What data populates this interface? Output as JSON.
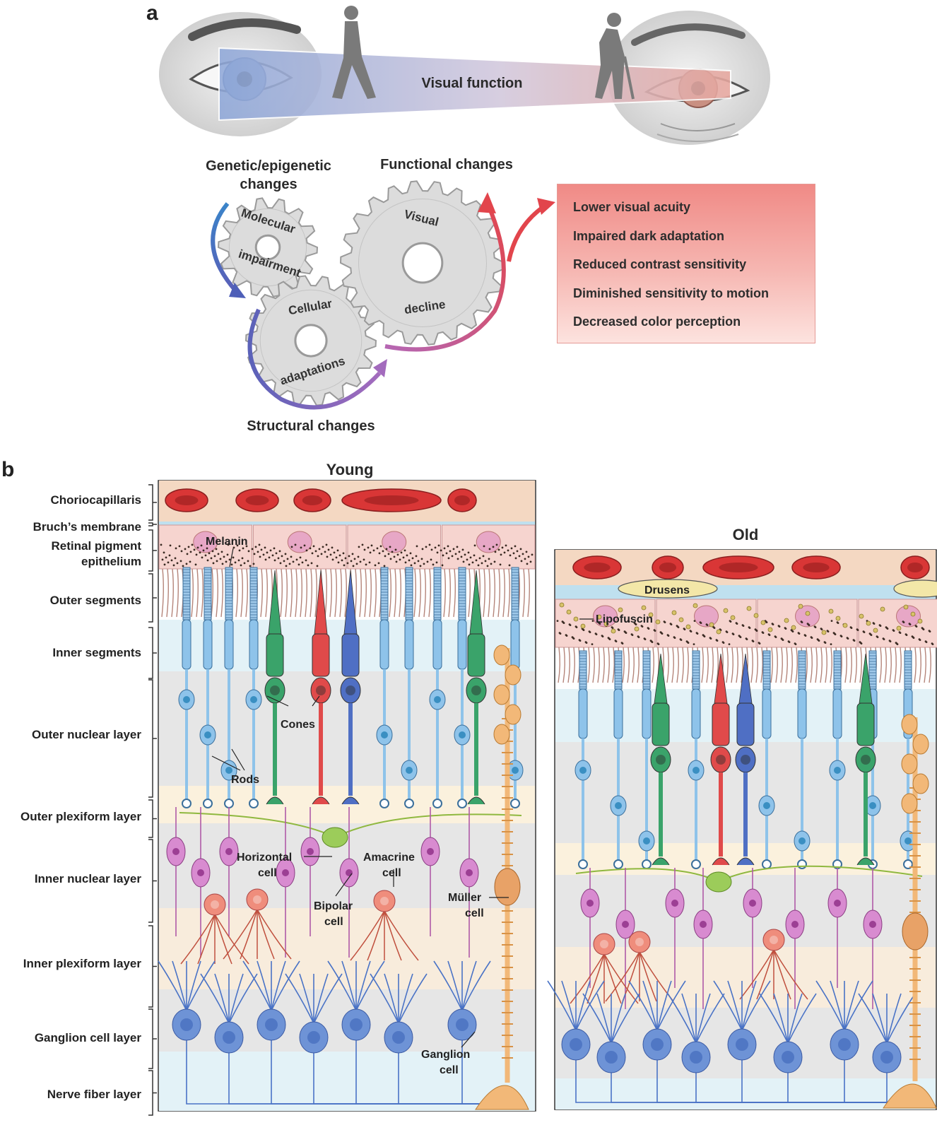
{
  "panel_a": {
    "letter": "a",
    "visual_function": "Visual function",
    "genetic_heading": [
      "Genetic/epigenetic",
      "changes"
    ],
    "functional_heading": "Functional changes",
    "structural_heading": "Structural changes",
    "gears": {
      "molecular": [
        "Molecular",
        "impairment"
      ],
      "cellular": [
        "Cellular",
        "adaptations"
      ],
      "visual": [
        "Visual",
        "decline"
      ]
    },
    "functional_changes": [
      "Lower visual acuity",
      "Impaired dark adaptation",
      "Reduced contrast sensitivity",
      "Diminished sensitivity to motion",
      "Decreased color perception"
    ]
  },
  "panel_b": {
    "letter": "b",
    "young_title": "Young",
    "old_title": "Old",
    "layers": [
      "Choriocapillaris",
      "Bruch’s membrane",
      "Retinal pigment epithelium",
      "Outer segments",
      "Inner segments",
      "Outer nuclear layer",
      "Outer plexiform layer",
      "Inner nuclear layer",
      "Inner plexiform layer",
      "Ganglion cell layer",
      "Nerve fiber layer"
    ],
    "annotations": {
      "melanin": "Melanin",
      "cones": "Cones",
      "rods": "Rods",
      "horizontal": [
        "Horizontal",
        "cell"
      ],
      "amacrine": [
        "Amacrine",
        "cell"
      ],
      "bipolar": [
        "Bipolar",
        "cell"
      ],
      "muller": [
        "Müller",
        "cell"
      ],
      "ganglion": [
        "Ganglion",
        "cell"
      ],
      "drusens": "Drusens",
      "lipofuscin": "Lipofuscin"
    },
    "colors": {
      "rod": "#8ec3ea",
      "cone_green": "#3aa36a",
      "cone_red": "#e04a4a",
      "cone_blue": "#4f6fc4",
      "bipolar": "#d88bd0",
      "amacrine": "#ef8d7c",
      "horizontal": "#9ccc5a",
      "ganglion": "#6e93d6",
      "muller": "#f2b878",
      "rbc": "#d93636",
      "rpe": "#f6d4cf"
    }
  }
}
